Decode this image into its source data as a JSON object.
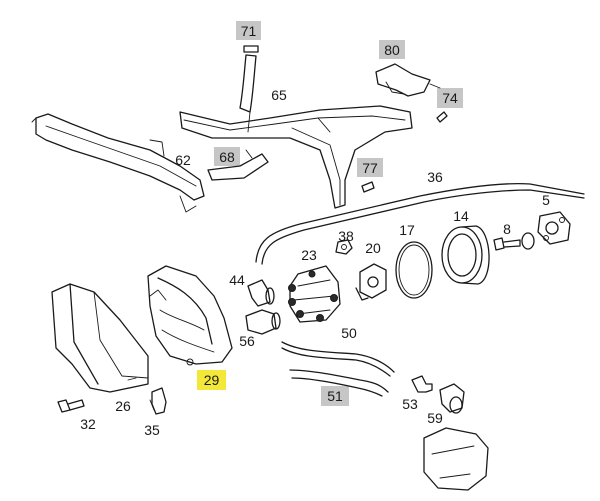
{
  "colors": {
    "line": "#1a1a1a",
    "label_highlight_gray": "#c6c6c6",
    "label_highlight_yellow": "#f3e83a"
  },
  "labels": {
    "p71": "71",
    "p80": "80",
    "p65": "65",
    "p74": "74",
    "p62": "62",
    "p68": "68",
    "p77": "77",
    "p36": "36",
    "p5": "5",
    "p14": "14",
    "p8": "8",
    "p17": "17",
    "p38": "38",
    "p23": "23",
    "p20": "20",
    "p44": "44",
    "p56": "56",
    "p50": "50",
    "p29": "29",
    "p26": "26",
    "p32": "32",
    "p35": "35",
    "p51": "51",
    "p53": "53",
    "p59": "59"
  }
}
